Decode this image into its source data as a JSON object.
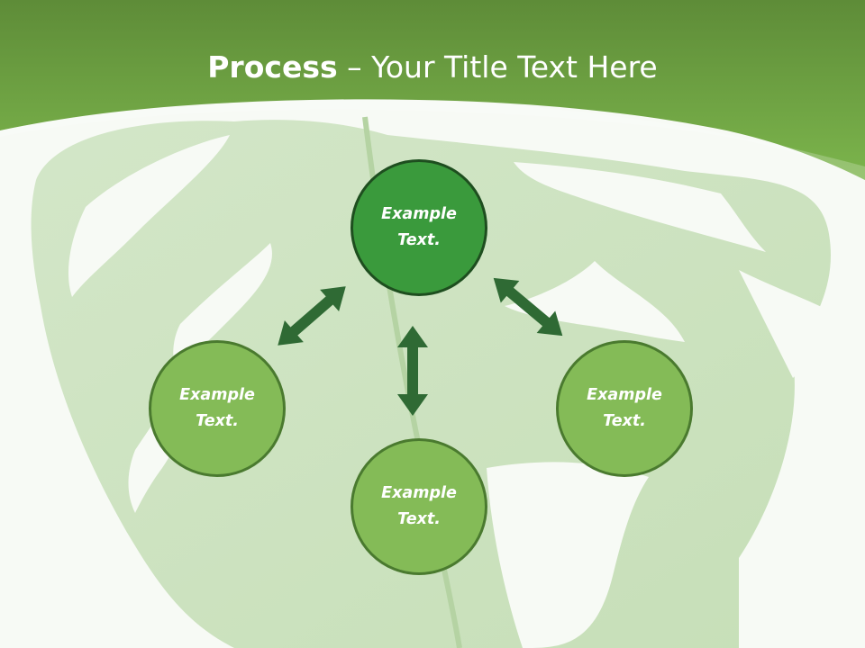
{
  "header": {
    "title_bold": "Process",
    "title_rest": " – Your Title Text Here"
  },
  "colors": {
    "banner_top": "#5e8c38",
    "banner_bottom": "#7ab24a",
    "primary_node": "#3a9a3c",
    "secondary_node": "#84bb57",
    "arrow": "#2f6a34"
  },
  "diagram": {
    "nodes": [
      {
        "label": "Example\nText."
      },
      {
        "label": "Example\nText."
      },
      {
        "label": "Example\nText."
      },
      {
        "label": "Example\nText."
      }
    ]
  }
}
